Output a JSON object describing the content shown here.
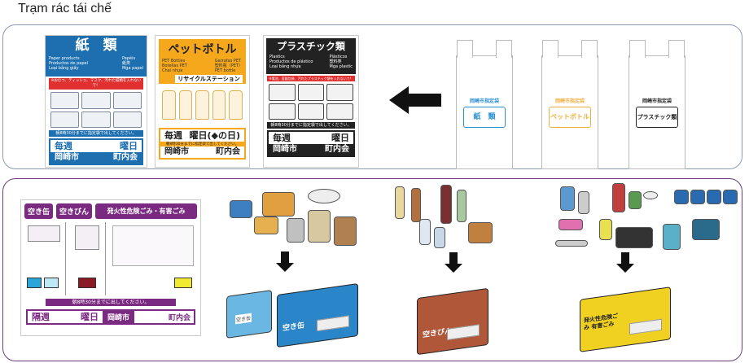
{
  "title": "Trạm rác tái chế",
  "signs": {
    "paper": {
      "title": "紙　類",
      "langs_left": [
        "Paper products",
        "Productos de papel",
        "Loại bằng giấy"
      ],
      "langs_right": [
        "Papéis",
        "紙类",
        "Mga papel"
      ],
      "warning": "※おむつ、ティッシュ、マスク、汚れた紙類を入れないで！",
      "time": "朝8時30分までに指定袋で出してください。",
      "weekly": "毎週",
      "day": "曜日",
      "city": "岡崎市",
      "assoc": "町内会",
      "color": "#1d6fb0"
    },
    "pet": {
      "title": "ペットボトル",
      "langs_left": [
        "PET Bottles",
        "Botellas PET",
        "Chai nhựa"
      ],
      "langs_right": [
        "Garrafas PET",
        "塑料瓶（PET）",
        "PET bottle"
      ],
      "station": "リサイクルステーション",
      "weekly": "毎週",
      "day": "曜日(◆の日)",
      "time": "朝8時30分までに指定袋で出してください。",
      "city": "岡崎市",
      "assoc": "町内会",
      "color": "#f5a81c"
    },
    "plastic": {
      "title": "プラスチック類",
      "langs_left": [
        "Plastics",
        "Productos de plástico",
        "Loại bằng nhựa"
      ],
      "langs_right": [
        "Plásticos",
        "塑料类",
        "Mga plastic"
      ],
      "warning": "※電池、容器包装、汚れたプラスチック類を入れないで！",
      "time": "朝8時30分までに指定袋で出してください。",
      "weekly": "毎週",
      "day": "曜日",
      "city": "岡崎市",
      "assoc": "町内会",
      "color": "#222222"
    }
  },
  "bags": [
    {
      "header": "岡崎市指定袋",
      "label": "紙　類",
      "color": "#2a8fd0"
    },
    {
      "header": "岡崎市指定袋",
      "label": "ペットボトル",
      "color": "#f0b040"
    },
    {
      "header": "岡崎市指定袋",
      "label": "プラスチック類",
      "color": "#222222"
    }
  ],
  "bottom_sign": {
    "tabs": [
      "空き缶",
      "空きびん",
      "発火性危険ごみ・有害ごみ"
    ],
    "time": "朝8時30分までに出してください。",
    "biweekly": "隔週",
    "day": "曜日",
    "city": "岡崎市",
    "assoc": "町内会",
    "color": "#7b2a82"
  },
  "bins": [
    {
      "label": "空き缶",
      "small_label": "空き缶",
      "color": "#2a86c8"
    },
    {
      "label": "空きびん",
      "color": "#b0573a"
    },
    {
      "label": "発火性危険ごみ 有害ごみ",
      "color": "#f0d020"
    }
  ]
}
